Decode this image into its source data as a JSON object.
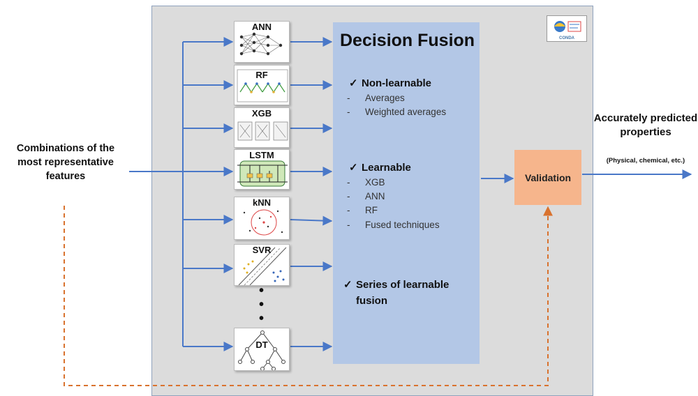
{
  "input_label": "Combinations of the most representative features",
  "models": [
    {
      "name": "ANN"
    },
    {
      "name": "RF"
    },
    {
      "name": "XGB"
    },
    {
      "name": "LSTM"
    },
    {
      "name": "kNN"
    },
    {
      "name": "SVR"
    },
    {
      "name": "DT"
    }
  ],
  "fusion": {
    "title": "Decision Fusion",
    "checkmark": "✓",
    "dash": "-",
    "non_learnable": {
      "heading": "Non-learnable",
      "items": [
        "Averages",
        "Weighted averages"
      ]
    },
    "learnable": {
      "heading": "Learnable",
      "items": [
        "XGB",
        "ANN",
        "RF",
        "Fused techniques"
      ]
    },
    "series": {
      "heading_line1": "Series of learnable",
      "heading_line2": "fusion"
    }
  },
  "validation_label": "Validation",
  "output": {
    "label": "Accurately predicted properties",
    "sub": "(Physical, chemical, etc.)"
  },
  "logo": {
    "text": "CONDA"
  },
  "colors": {
    "arrow": "#4a78c8",
    "fusion_box": "#b3c7e6",
    "validation_box": "#f6b58c",
    "feedback_dashed": "#d9722e",
    "panel": "#dcdcdc"
  }
}
